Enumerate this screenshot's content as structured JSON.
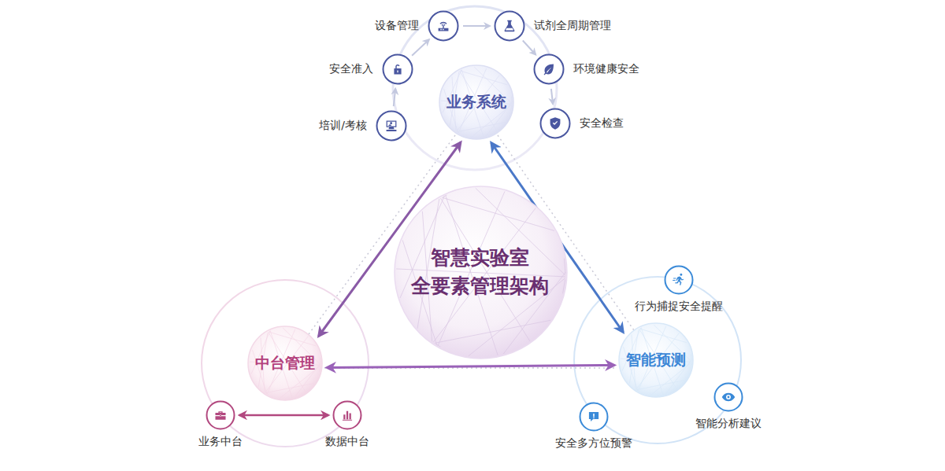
{
  "diagram": {
    "nodes": [
      {
        "text": [
          "设备管理"
        ]
      },
      {
        "text": [
          "试剂全周期管理"
        ]
      },
      {
        "text": [
          "安全准入"
        ]
      },
      {
        "text": [
          "环境健康安全"
        ]
      },
      {
        "text": [
          "业务系统"
        ]
      },
      {
        "text": [
          "培训/考核"
        ]
      },
      {
        "text": [
          "安全检查"
        ]
      },
      {
        "text": [
          "智慧实验室 全要素管理架构"
        ]
      },
      {
        "text": [
          "行为捕捉安全提醒"
        ]
      },
      {
        "text": [
          "中台管理"
        ]
      },
      {
        "text": [
          "智能预测"
        ]
      },
      {
        "text": [
          "智能分析建议"
        ]
      },
      {
        "text": [
          "业务中台"
        ]
      },
      {
        "text": [
          "数据中台"
        ]
      },
      {
        "text": [
          "安全多方位预警"
        ]
      }
    ],
    "edges": [
      {
        "from": 5,
        "to": 2,
        "arrow": "to"
      },
      {
        "from": 2,
        "to": 0,
        "arrow": "to"
      },
      {
        "from": 0,
        "to": 1,
        "arrow": "to"
      },
      {
        "from": 1,
        "to": 3,
        "arrow": "to"
      },
      {
        "from": 3,
        "to": 6,
        "arrow": "to"
      },
      {
        "from": 4,
        "to": 9,
        "arrow": "both"
      },
      {
        "from": 4,
        "to": 10,
        "arrow": "both"
      },
      {
        "from": 9,
        "to": 10,
        "arrow": "both"
      },
      {
        "from": 12,
        "to": 13,
        "arrow": "both"
      }
    ]
  }
}
